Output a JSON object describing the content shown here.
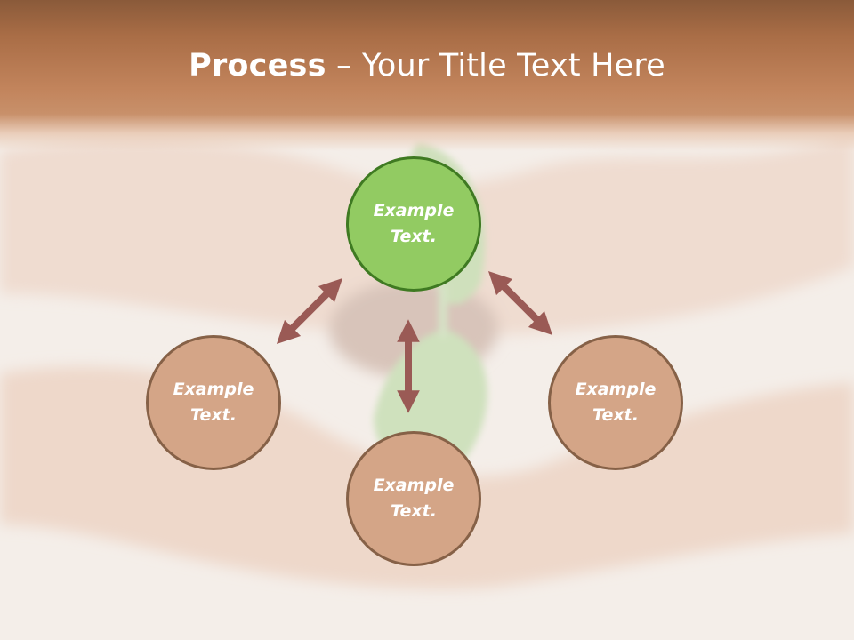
{
  "title": {
    "strong": "Process",
    "rest": " – Your Title Text Here"
  },
  "colors": {
    "banner": "#b87a52",
    "node_brown_fill": "#d4a587",
    "node_brown_border": "#866147",
    "node_green_fill": "#92cb62",
    "node_green_border": "#3f7a22",
    "arrow": "#9a5a55"
  },
  "nodes": {
    "top": {
      "label": "Example\nText."
    },
    "left": {
      "label": "Example\nText."
    },
    "right": {
      "label": "Example\nText."
    },
    "bottom": {
      "label": "Example\nText."
    }
  }
}
